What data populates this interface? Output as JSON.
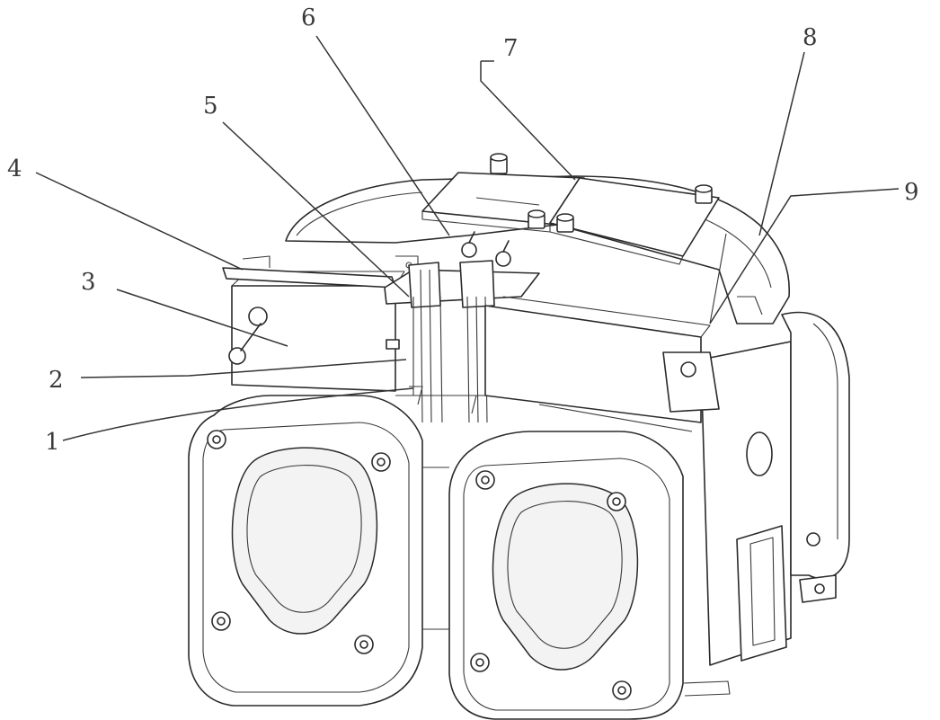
{
  "figure": {
    "callouts": [
      {
        "id": "c1",
        "text": "1"
      },
      {
        "id": "c2",
        "text": "2"
      },
      {
        "id": "c3",
        "text": "3"
      },
      {
        "id": "c4",
        "text": "4"
      },
      {
        "id": "c5",
        "text": "5"
      },
      {
        "id": "c6",
        "text": "6"
      },
      {
        "id": "c7",
        "text": "7"
      },
      {
        "id": "c8",
        "text": "8"
      },
      {
        "id": "c9",
        "text": "9"
      }
    ],
    "style": {
      "line_color": "#2a2a2a",
      "label_color": "#3a3a3a",
      "background": "#ffffff"
    }
  }
}
